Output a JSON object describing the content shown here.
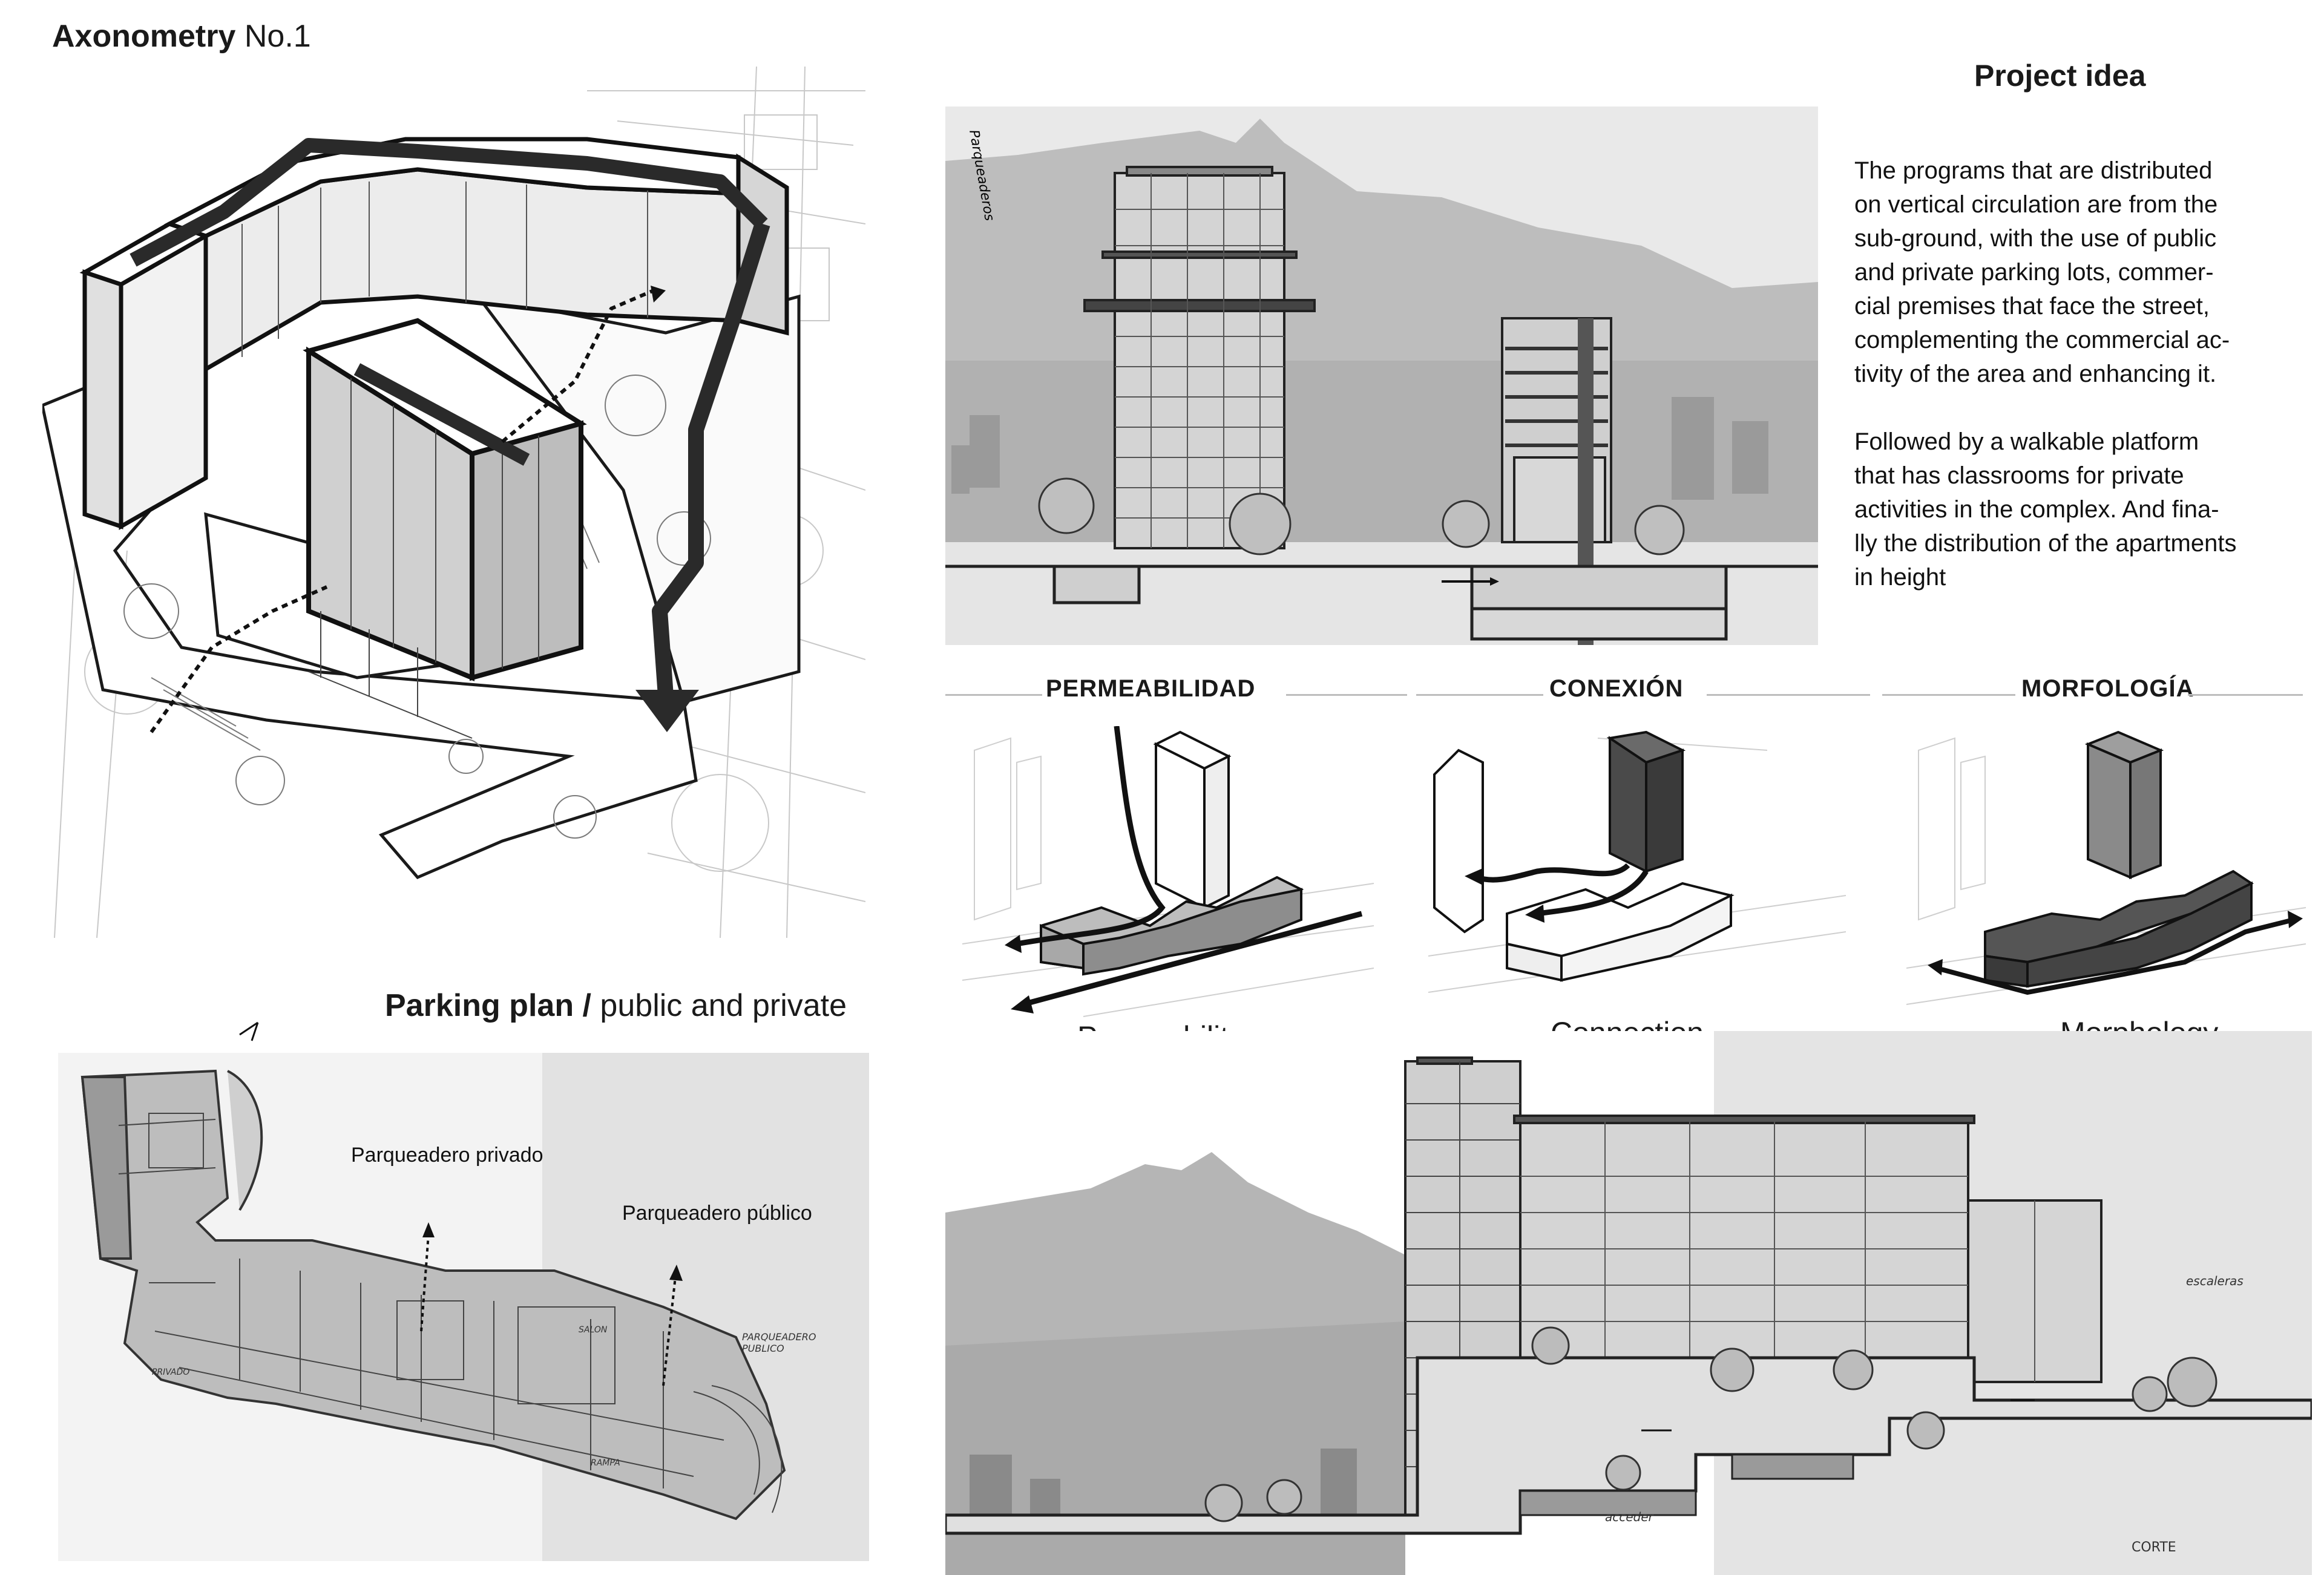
{
  "axonometry": {
    "title_bold": "Axonometry",
    "title_light": " No.1"
  },
  "parking": {
    "title_bold": "Parking plan /",
    "title_light": " public and private",
    "private_label": "Parqueadero privado",
    "public_label": "Parqueadero público",
    "hand_notes": [
      "PARQUEADERO PUBLICO",
      "PRIVADO",
      "SALON",
      "RAMPA"
    ]
  },
  "project": {
    "title": "Project idea",
    "paragraph1": [
      "The programs that are distributed",
      "on vertical circulation are from the",
      "sub-ground, with the use of public",
      " and private parking lots, commer-",
      "cial premises that face the street,",
      "complementing the commercial ac-",
      "tivity of the area and enhancing it."
    ],
    "paragraph2": [
      "Followed by a walkable platform",
      "that has classrooms for private",
      "activities in the complex. And fina-",
      "lly the distribution of the apartments",
      " in height"
    ]
  },
  "concepts": [
    {
      "label": "PERMEABILIDAD",
      "caption": "Permeability"
    },
    {
      "label": "CONEXIÓN",
      "caption": "Connection"
    },
    {
      "label": "MORFOLOGÍA",
      "caption": "Morphology"
    }
  ],
  "section_notes": {
    "corte": "CORTE",
    "acceder": "acceder",
    "escaleras": "escaleras",
    "parqueaderos": "Parqueaderos"
  },
  "colors": {
    "ink": "#1a1a1a",
    "dark_mass": "#3d3d3d",
    "mid_mass": "#9a9a9a",
    "light_mass": "#d9d9d9",
    "sketch_bg": "#e8e8e8",
    "mountain": "#b9b9b9"
  }
}
